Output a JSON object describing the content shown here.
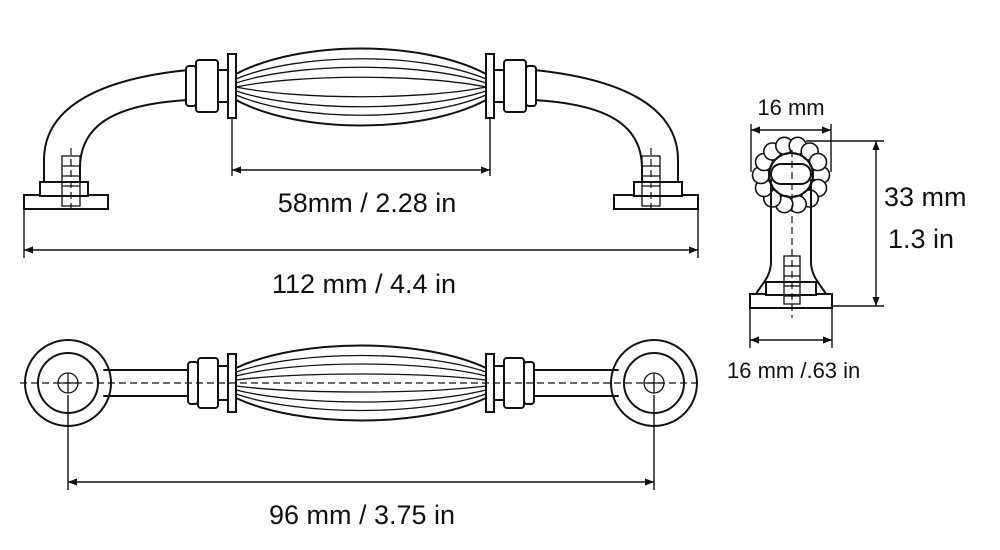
{
  "dimensions": {
    "top_center_length": "58mm / 2.28 in",
    "overall_length": "112 mm / 4.4 in",
    "hole_spacing": "96 mm / 3.75 in",
    "side_width_top": "16 mm",
    "side_height_mm": "33 mm",
    "side_height_in": "1.3 in",
    "side_base_width": "16 mm /.63 in"
  },
  "colors": {
    "line": "#111111",
    "background": "#ffffff"
  }
}
